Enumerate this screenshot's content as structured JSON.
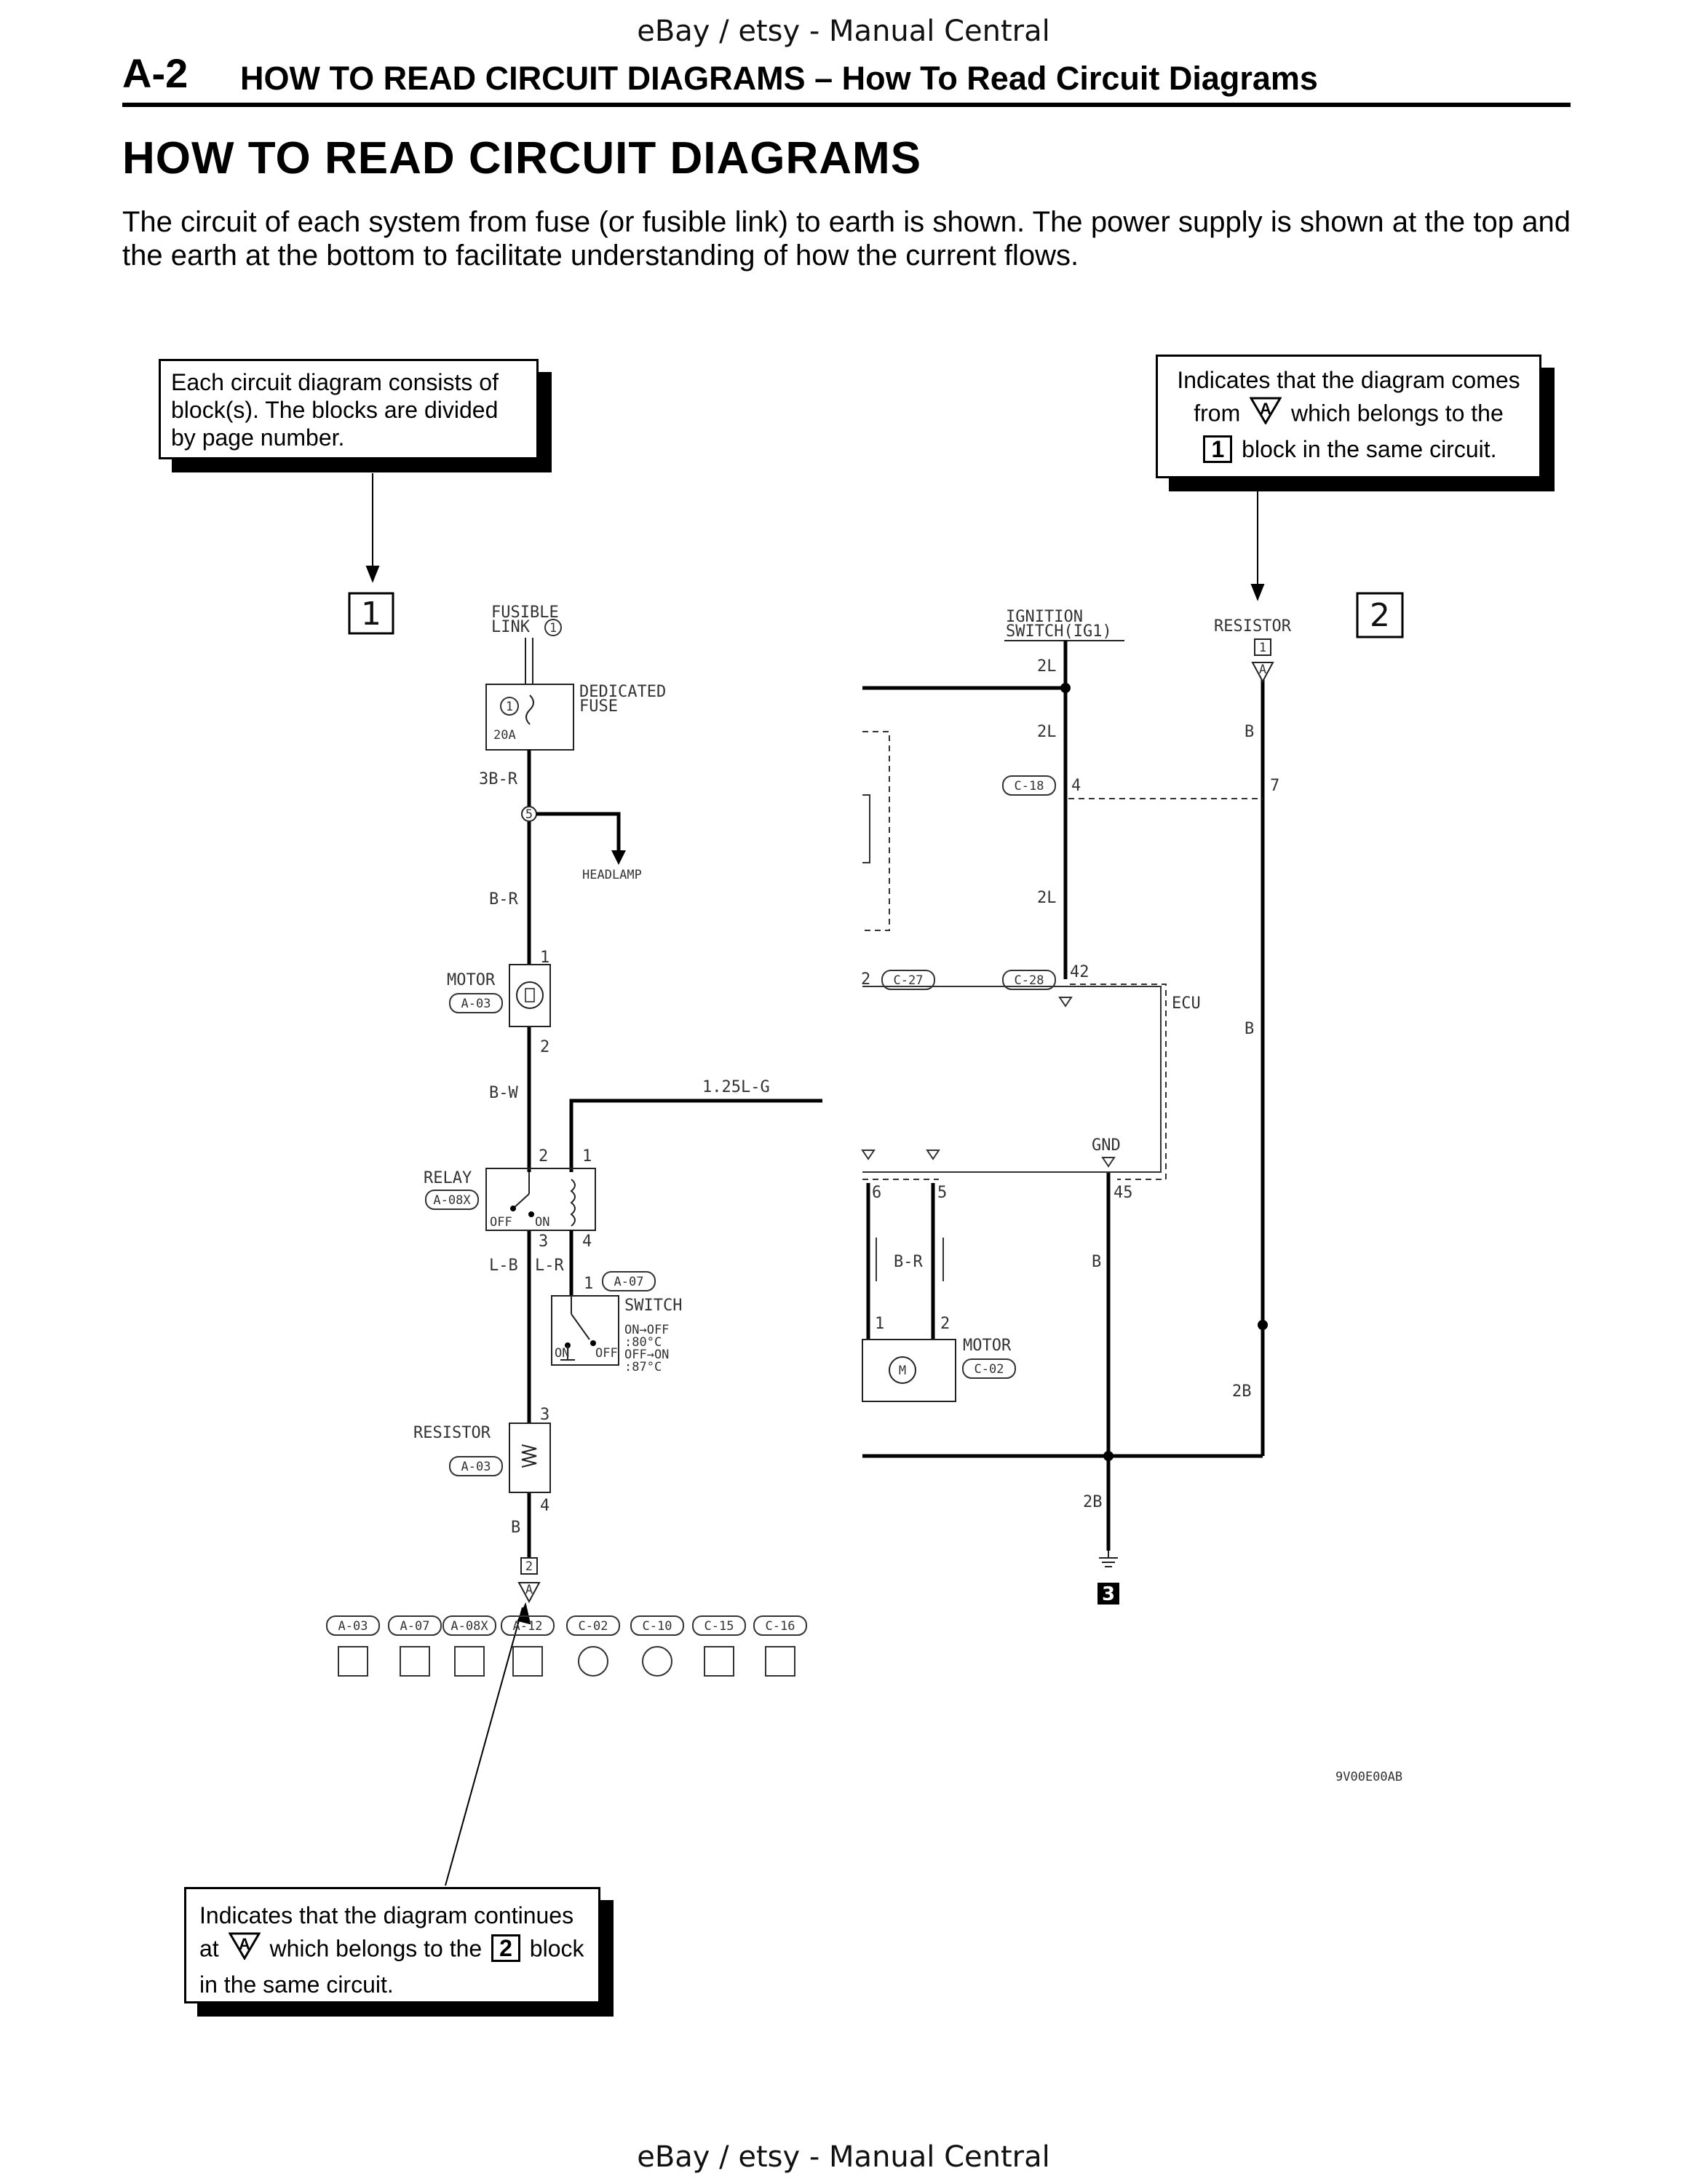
{
  "watermark": "eBay / etsy - Manual Central",
  "header": {
    "page_number": "A-2",
    "title": "HOW TO READ CIRCUIT DIAGRAMS – How To Read Circuit Diagrams"
  },
  "main_title": "HOW TO READ CIRCUIT DIAGRAMS",
  "intro": "The circuit of each system from fuse (or fusible link) to earth is shown. The power supply is shown at the top and the earth at the bottom to facilitate understanding of how the current flows.",
  "notes": {
    "blocks": "Each circuit diagram consists of block(s). The blocks are divided by page number.",
    "comes_from": {
      "part1": "Indicates that the diagram comes from",
      "connector_letter": "A",
      "part2": "which belongs to the",
      "block_number": "1",
      "part3": "block in the same circuit."
    },
    "continues": {
      "part1": "Indicates that the diagram continues at",
      "connector_letter": "A",
      "part2": "which belongs to the",
      "block_number": "2",
      "part3": "block in the same circuit."
    }
  },
  "diagram": {
    "block_labels": [
      "1",
      "2",
      "3"
    ],
    "fusible_link": {
      "label_line1": "FUSIBLE",
      "label_line2": "LINK",
      "number": "1"
    },
    "dedicated_fuse": {
      "label_line1": "DEDICATED",
      "label_line2": "FUSE",
      "number": "1",
      "rating": "20A"
    },
    "splice": "5",
    "headlamp": "HEADLAMP",
    "wire_labels": {
      "w3br": "3B-R",
      "wbr": "B-R",
      "wbw": "B-W",
      "w125lg": "1.25L-G",
      "wlb": "L-B",
      "wlr": "L-R",
      "wb_left": "B",
      "w2l_1": "2L",
      "w2l_2": "2L",
      "w2l_3": "2L",
      "wb_r1": "B",
      "wb_r2": "B",
      "wb_mid": "B",
      "wbr_motor": "B-R",
      "w2b_right": "2B",
      "w2b_bottom": "2B"
    },
    "motor_left": {
      "label": "MOTOR",
      "connector": "A-03",
      "pin_top": "1",
      "pin_bottom": "2"
    },
    "relay": {
      "label": "RELAY",
      "connector": "A-08X",
      "pin1": "1",
      "pin2": "2",
      "pin3": "3",
      "pin4": "4",
      "off": "OFF",
      "on": "ON"
    },
    "switch": {
      "label": "SWITCH",
      "connector": "A-07",
      "pin": "1",
      "on": "ON",
      "off": "OFF",
      "spec1": "ON→OFF",
      "spec2": ":80°C",
      "spec3": "OFF→ON",
      "spec4": ":87°C"
    },
    "resistor_left": {
      "label": "RESISTOR",
      "connector": "A-03",
      "pin_top": "3",
      "pin_bottom": "4"
    },
    "continue_block": "2",
    "continue_letter": "A",
    "connectors": [
      "A-03",
      "A-07",
      "A-08X",
      "A-12",
      "C-02",
      "C-10",
      "C-15",
      "C-16"
    ],
    "ignition": {
      "label_line1": "IGNITION",
      "label_line2": "SWITCH(IG1)"
    },
    "resistor_right": {
      "label": "RESISTOR",
      "block": "1",
      "letter": "A"
    },
    "connector_c18": "C-18",
    "pin_c18": "4",
    "pin_7": "7",
    "connector_c27": "C-27",
    "pin_c27": "2",
    "connector_c28": "C-28",
    "pin_42": "42",
    "ecu": "ECU",
    "gnd": "GND",
    "pin_45": "45",
    "pin_6": "6",
    "pin_5": "5",
    "motor_right": {
      "label": "MOTOR",
      "connector": "C-02",
      "pin1": "1",
      "pin2": "2"
    },
    "code": "9V00E00AB"
  }
}
